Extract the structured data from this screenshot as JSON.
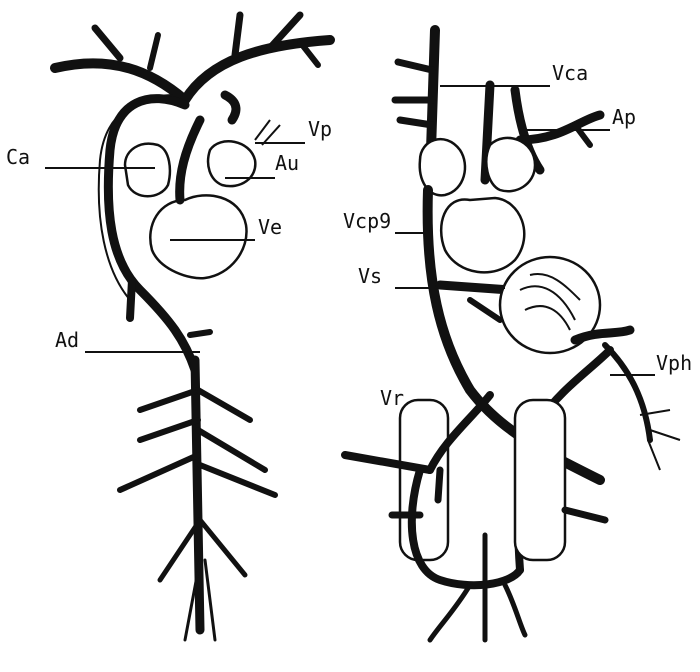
{
  "labels": {
    "ca": "Ca",
    "vp": "Vp",
    "au": "Au",
    "ve": "Ve",
    "ad": "Ad",
    "vca": "Vca",
    "ap": "Ap",
    "vcp": "Vcp9",
    "vs": "Vs",
    "vph": "Vph",
    "vr": "Vr"
  }
}
